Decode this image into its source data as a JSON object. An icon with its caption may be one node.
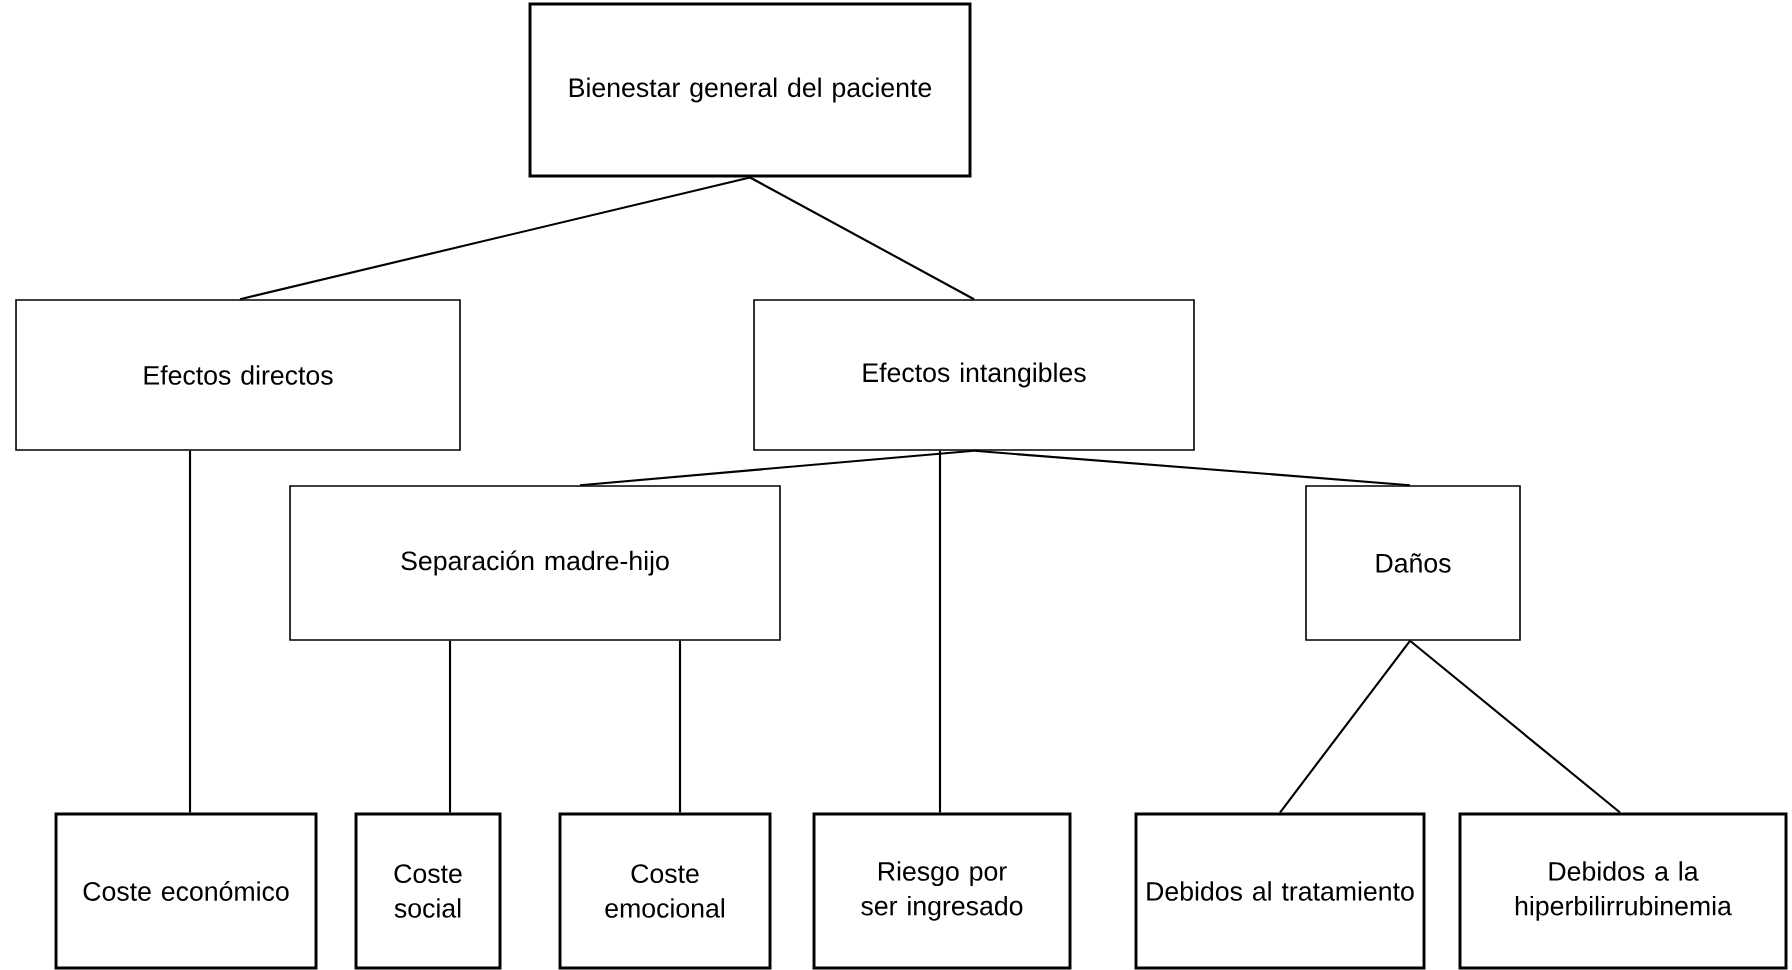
{
  "diagram": {
    "nodes": [
      {
        "text": [
          "Bienestar general del paciente"
        ]
      },
      {
        "text": [
          "Efectos directos"
        ]
      },
      {
        "text": [
          "Efectos intangibles"
        ]
      },
      {
        "text": [
          "Separación madre-hijo"
        ]
      },
      {
        "text": [
          "Daños"
        ]
      },
      {
        "text": [
          "Coste económico"
        ]
      },
      {
        "text": [
          "Coste social"
        ]
      },
      {
        "text": [
          "Coste emocional"
        ]
      },
      {
        "text": [
          "Riesgo por ser ingresado"
        ]
      },
      {
        "text": [
          "Debidos al tratamiento"
        ]
      },
      {
        "text": [
          "Debidos a la hiperbilirrubinemia"
        ]
      }
    ],
    "edges": [
      {
        "from": 0,
        "to": 1,
        "arrow": "none"
      },
      {
        "from": 0,
        "to": 2,
        "arrow": "none"
      },
      {
        "from": 1,
        "to": 5,
        "arrow": "none"
      },
      {
        "from": 2,
        "to": 3,
        "arrow": "none"
      },
      {
        "from": 2,
        "to": 8,
        "arrow": "none"
      },
      {
        "from": 2,
        "to": 4,
        "arrow": "none"
      },
      {
        "from": 3,
        "to": 6,
        "arrow": "none"
      },
      {
        "from": 3,
        "to": 7,
        "arrow": "none"
      },
      {
        "from": 4,
        "to": 9,
        "arrow": "none"
      },
      {
        "from": 4,
        "to": 10,
        "arrow": "none"
      }
    ]
  }
}
